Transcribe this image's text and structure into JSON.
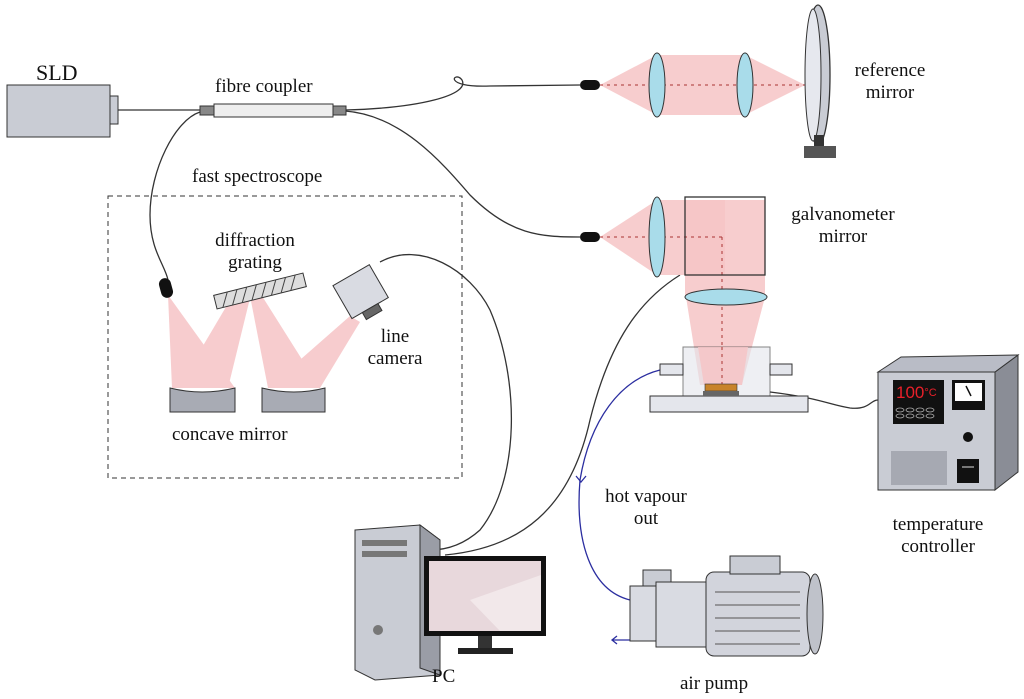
{
  "labels": {
    "sld": "SLD",
    "fibre_coupler": "fibre coupler",
    "fast_spectroscope": "fast spectroscope",
    "diffraction_grating_1": "diffraction",
    "diffraction_grating_2": "grating",
    "line_camera_1": "line",
    "line_camera_2": "camera",
    "concave_mirror": "concave mirror",
    "reference_mirror_1": "reference",
    "reference_mirror_2": "mirror",
    "galvanometer_mirror_1": "galvanometer",
    "galvanometer_mirror_2": "mirror",
    "hot_vapour_1": "hot vapour",
    "hot_vapour_2": "out",
    "temperature_controller_1": "temperature",
    "temperature_controller_2": "controller",
    "pc": "PC",
    "air_pump": "air pump"
  },
  "controller_display": {
    "value": "100",
    "unit": "°C"
  },
  "colors": {
    "device_gray": "#c9ccd4",
    "beam_pink": "#f6c4c6",
    "lens_blue": "#a9dcea",
    "sample_orange": "#c8832a",
    "vapour_tube_blue": "#2b2ea0",
    "display_red": "#e8202a"
  }
}
